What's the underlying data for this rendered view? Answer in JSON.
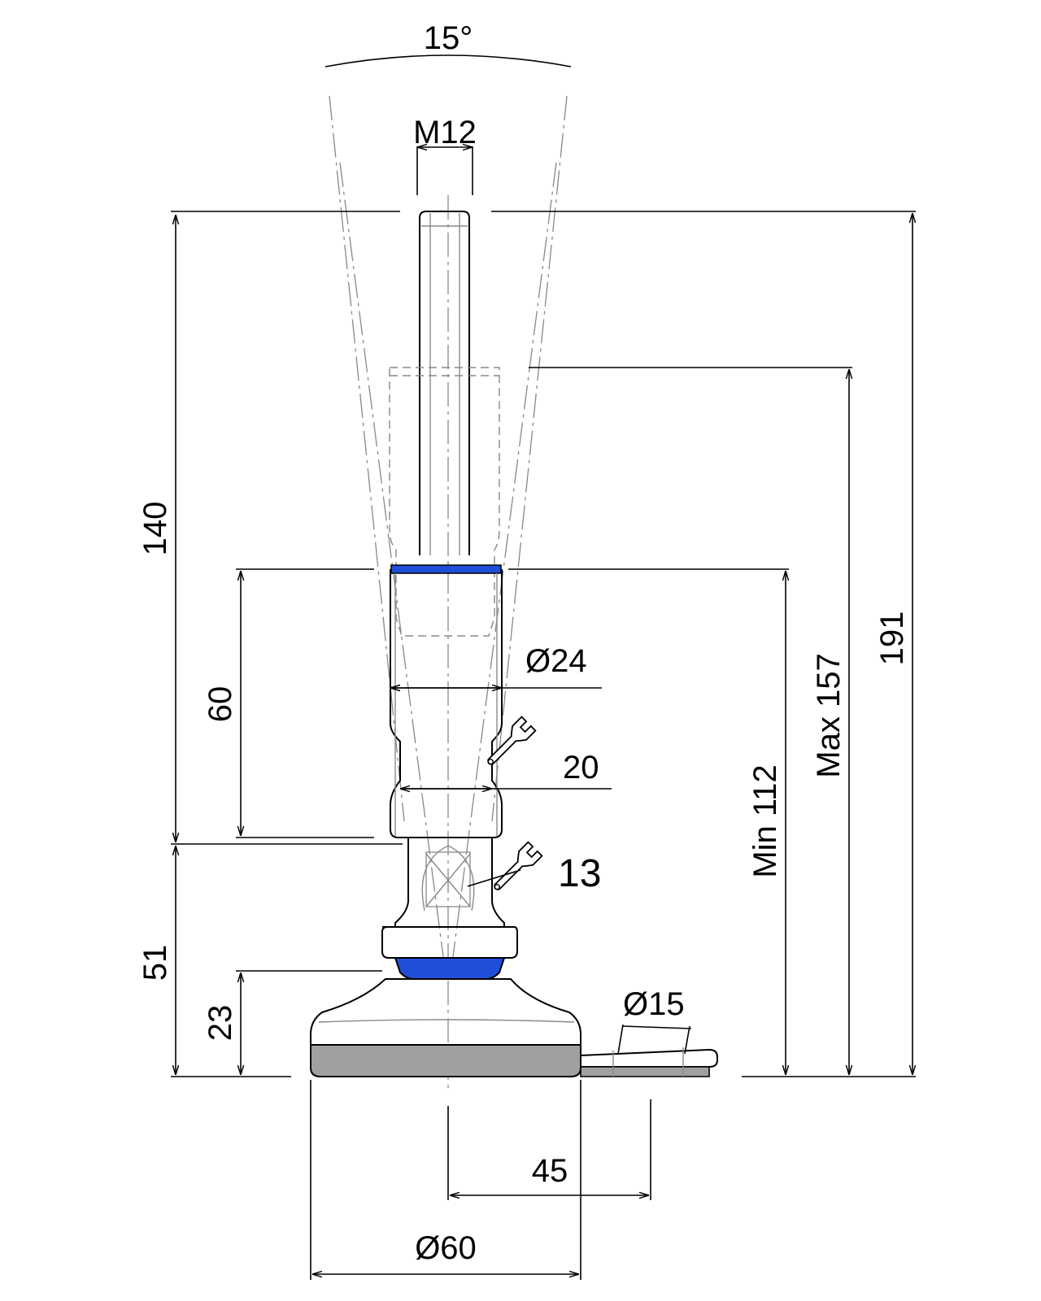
{
  "drawing": {
    "title": "",
    "dimensions": {
      "tilt_angle": "15°",
      "thread": "M12",
      "height_left_top": "140",
      "height_left_mid": "60",
      "height_left_bottom": "51",
      "base_height": "23",
      "min_height": "Min 112",
      "max_height": "Max 157",
      "total_height": "191",
      "diameter_body": "Ø24",
      "diameter_base": "Ø60",
      "diameter_hole": "Ø15",
      "hole_offset": "45",
      "wrench_body": "20",
      "wrench_nut": "13"
    },
    "icons": {
      "wrench_body": "wrench-icon",
      "wrench_nut": "wrench-icon"
    },
    "colors": {
      "accent_ring": "#1f4fd8",
      "base_pad": "#a0a0a0",
      "line": "#000000",
      "hidden_line": "#888888"
    }
  }
}
